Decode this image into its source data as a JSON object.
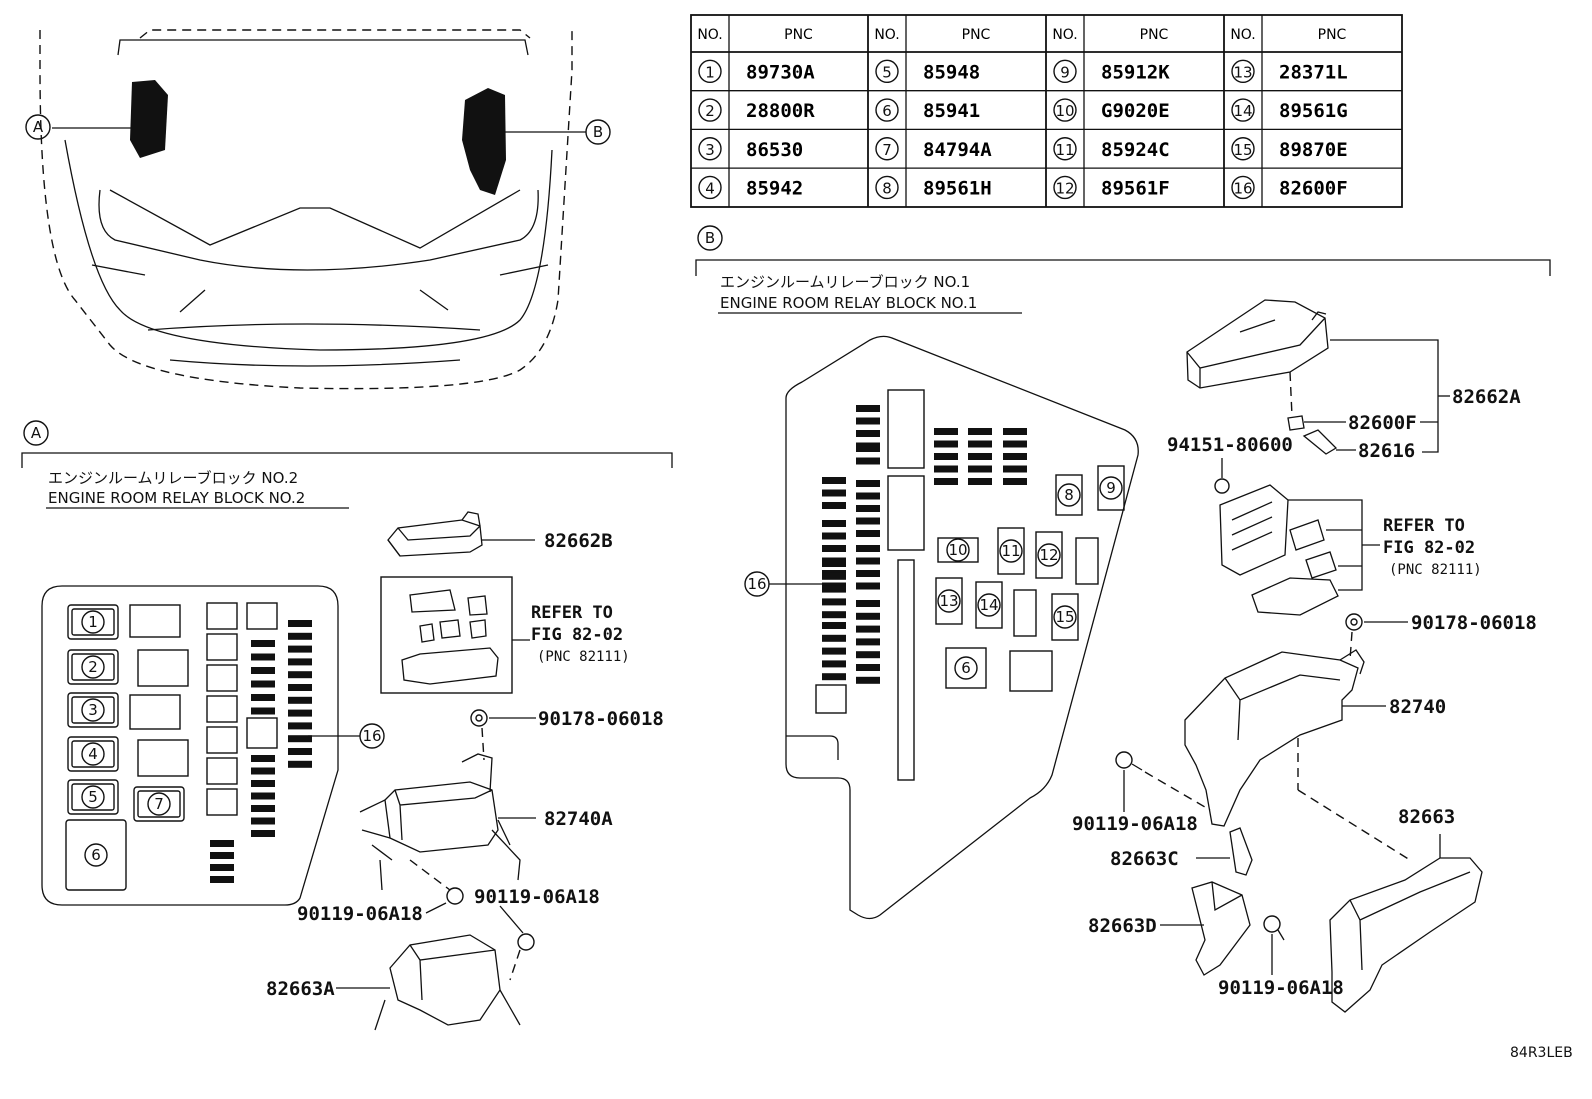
{
  "table": {
    "headers": {
      "no": "NO.",
      "pnc": "PNC"
    },
    "rows": [
      [
        {
          "no": "1",
          "pnc": "89730A"
        },
        {
          "no": "5",
          "pnc": "85948"
        },
        {
          "no": "9",
          "pnc": "85912K"
        },
        {
          "no": "13",
          "pnc": "28371L"
        }
      ],
      [
        {
          "no": "2",
          "pnc": "28800R"
        },
        {
          "no": "6",
          "pnc": "85941"
        },
        {
          "no": "10",
          "pnc": "G9020E"
        },
        {
          "no": "14",
          "pnc": "89561G"
        }
      ],
      [
        {
          "no": "3",
          "pnc": "86530"
        },
        {
          "no": "7",
          "pnc": "84794A"
        },
        {
          "no": "11",
          "pnc": "85924C"
        },
        {
          "no": "15",
          "pnc": "89870E"
        }
      ],
      [
        {
          "no": "4",
          "pnc": "85942"
        },
        {
          "no": "8",
          "pnc": "89561H"
        },
        {
          "no": "12",
          "pnc": "89561F"
        },
        {
          "no": "16",
          "pnc": "82600F"
        }
      ]
    ]
  },
  "callouts": {
    "a": "A",
    "b": "B"
  },
  "sectionA": {
    "title_jp": "エンジンルームリレーブロック NO.2",
    "title_en": "ENGINE ROOM RELAY BLOCK NO.2",
    "refer_line1": "REFER TO",
    "refer_line2": "FIG 82-02",
    "refer_line3": "(PNC 82111)",
    "parts": {
      "cover": "82662B",
      "nut": "90178-06018",
      "block": "82740A",
      "bolt1": "90119-06A18",
      "bolt2": "90119-06A18",
      "lower": "82663A"
    },
    "slots": [
      "1",
      "2",
      "3",
      "4",
      "5",
      "6",
      "7",
      "16"
    ]
  },
  "sectionB": {
    "title_jp": "エンジンルームリレーブロック NO.1",
    "title_en": "ENGINE ROOM RELAY BLOCK NO.1",
    "refer_line1": "REFER TO",
    "refer_line2": "FIG 82-02",
    "refer_line3": "(PNC 82111)",
    "parts": {
      "cover": "82662A",
      "fuse": "82600F",
      "puller": "82616",
      "clip": "94151-80600",
      "nut": "90178-06018",
      "bracket": "82740",
      "bolt1": "90119-06A18",
      "cover_lower": "82663",
      "cover_c": "82663C",
      "cover_d": "82663D",
      "bolt2": "90119-06A18"
    },
    "slots": [
      "6",
      "8",
      "9",
      "10",
      "11",
      "12",
      "13",
      "14",
      "15",
      "16"
    ]
  },
  "figure_code": "84R3LEB"
}
